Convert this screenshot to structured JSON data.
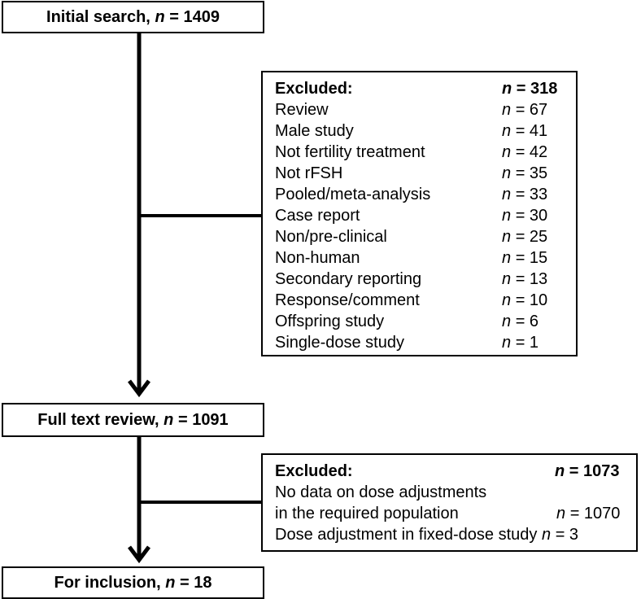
{
  "stages": [
    {
      "label": "Initial search,",
      "n_symbol": "n",
      "n_value": "= 1409"
    },
    {
      "label": "Full text review,",
      "n_symbol": "n",
      "n_value": "= 1091"
    },
    {
      "label": "For inclusion,",
      "n_symbol": "n",
      "n_value": "= 18"
    }
  ],
  "exclusion1": {
    "header": {
      "label": "Excluded:",
      "n_symbol": "n",
      "n_value": "= 318"
    },
    "rows": [
      {
        "label": "Review",
        "n_symbol": "n",
        "n_value": "= 67"
      },
      {
        "label": "Male study",
        "n_symbol": "n",
        "n_value": "= 41"
      },
      {
        "label": "Not fertility treatment",
        "n_symbol": "n",
        "n_value": "= 42"
      },
      {
        "label": "Not rFSH",
        "n_symbol": "n",
        "n_value": "= 35"
      },
      {
        "label": "Pooled/meta-analysis",
        "n_symbol": "n",
        "n_value": "= 33"
      },
      {
        "label": "Case report",
        "n_symbol": "n",
        "n_value": "= 30"
      },
      {
        "label": "Non/pre-clinical",
        "n_symbol": "n",
        "n_value": "= 25"
      },
      {
        "label": "Non-human",
        "n_symbol": "n",
        "n_value": "= 15"
      },
      {
        "label": "Secondary reporting",
        "n_symbol": "n",
        "n_value": "= 13"
      },
      {
        "label": "Response/comment",
        "n_symbol": "n",
        "n_value": "= 10"
      },
      {
        "label": "Offspring study",
        "n_symbol": "n",
        "n_value": "= 6"
      },
      {
        "label": "Single-dose study",
        "n_symbol": "n",
        "n_value": "= 1"
      }
    ]
  },
  "exclusion2": {
    "header": {
      "label": "Excluded:",
      "n_symbol": "n",
      "n_value": "= 1073"
    },
    "rows": [
      {
        "label_line1": "No data on dose adjustments",
        "label_line2": "in the required population",
        "n_symbol": "n",
        "n_value": "= 1070"
      },
      {
        "label": "Dose adjustment in fixed-dose study",
        "n_symbol": "n",
        "n_value": "= 3"
      }
    ]
  }
}
